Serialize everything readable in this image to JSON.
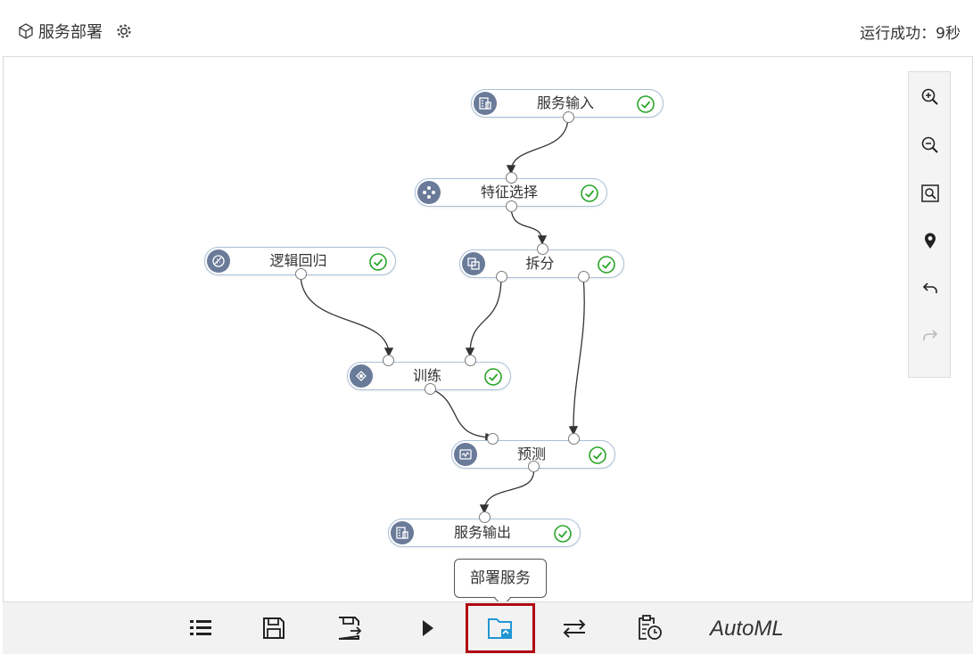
{
  "header": {
    "title": "服务部署",
    "status": "运行成功：9秒"
  },
  "nodes": {
    "service_input": {
      "label": "服务输入",
      "icon": "table-icon"
    },
    "feature_select": {
      "label": "特征选择",
      "icon": "feature-select-icon"
    },
    "logistic": {
      "label": "逻辑回归",
      "icon": "regression-icon"
    },
    "split": {
      "label": "拆分",
      "icon": "split-icon"
    },
    "train": {
      "label": "训练",
      "icon": "train-icon"
    },
    "predict": {
      "label": "预测",
      "icon": "predict-icon"
    },
    "service_output": {
      "label": "服务输出",
      "icon": "table-icon"
    }
  },
  "zoom_tools": [
    "zoom-in",
    "zoom-out",
    "fit-view",
    "locate",
    "undo",
    "redo"
  ],
  "toolbar": {
    "items": [
      "list",
      "save",
      "save-as",
      "run",
      "deploy",
      "swap",
      "schedule"
    ],
    "automl_label": "AutoML",
    "tooltip": "部署服务"
  },
  "colors": {
    "accent": "#2196d3",
    "success": "#2aa52a",
    "highlight": "#b00a12",
    "node_icon_bg": "#6a7a99"
  }
}
